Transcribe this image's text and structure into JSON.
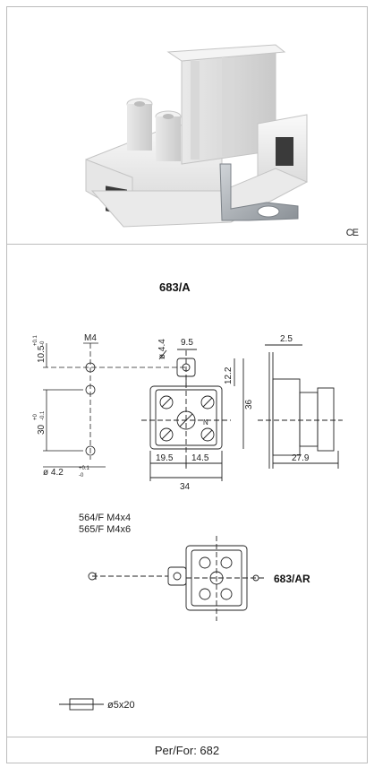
{
  "photo": {
    "product_image": "terminal-block-3d-render",
    "ce_mark": "CE"
  },
  "drawing": {
    "title": "683/A",
    "dims": {
      "m4": "M4",
      "d10_5": "10.5",
      "d10_5_tol_upper": "+0.1",
      "d10_5_tol_lower": "-0",
      "d30": "30",
      "d30_tol_upper": "+0",
      "d30_tol_lower": "-0.1",
      "d4_2": "ø 4.2",
      "d4_2_tol_upper": "+0.1",
      "d4_2_tol_lower": "-0",
      "d9_5": "9.5",
      "d4_4": "ø 4.4",
      "d12_2": "12.2",
      "d36": "36",
      "d19_5": "19.5",
      "d14_5": "14.5",
      "d34": "34",
      "d2_5": "2.5",
      "d27_9": "27.9",
      "n_mark": "N"
    },
    "screws": {
      "line1": "564/F M4x4",
      "line2": "565/F M4x6"
    },
    "variant_label": "683/AR",
    "fuse_label": "ø5x20"
  },
  "footer": {
    "label": "Per/For: 682"
  }
}
